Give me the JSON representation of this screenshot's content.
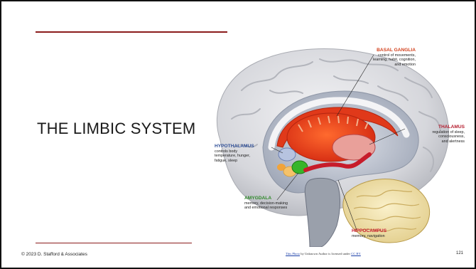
{
  "slide": {
    "title": "THE LIMBIC SYSTEM",
    "footer_left": "© 2023 D. Stafford & Associates",
    "footer_attribution_link": "This Photo",
    "footer_attribution_mid": " by Unknown Author is licensed under ",
    "footer_attribution_license": "CC BY",
    "page_number": "121"
  },
  "figure": {
    "labels": {
      "basal_ganglia": {
        "heading": "BASAL GANGLIA",
        "description": "control of movements,\nlearning, habit, cognition,\nand emotion"
      },
      "thalamus": {
        "heading": "THALAMUS",
        "description": "regulation of sleep,\nconsciousness,\nand alertness"
      },
      "hypothalamus": {
        "heading": "HYPOTHALAMUS",
        "description": "controls body\ntemperature, hunger,\nfatigue, sleep"
      },
      "amygdala": {
        "heading": "AMYGDALA",
        "description": "memory, decision-making\nand emotional responses"
      },
      "hippocampus": {
        "heading": "HIPPOCAMPUS",
        "description": "memory, navigation"
      }
    }
  },
  "colors": {
    "accent_rule": "#8b1c1c",
    "basal_ganglia": "#d2401c",
    "thalamus": "#b51d2e",
    "hypothalamus": "#2e4e96",
    "amygdala": "#2f8a2a",
    "hippocampus": "#c7182e"
  }
}
